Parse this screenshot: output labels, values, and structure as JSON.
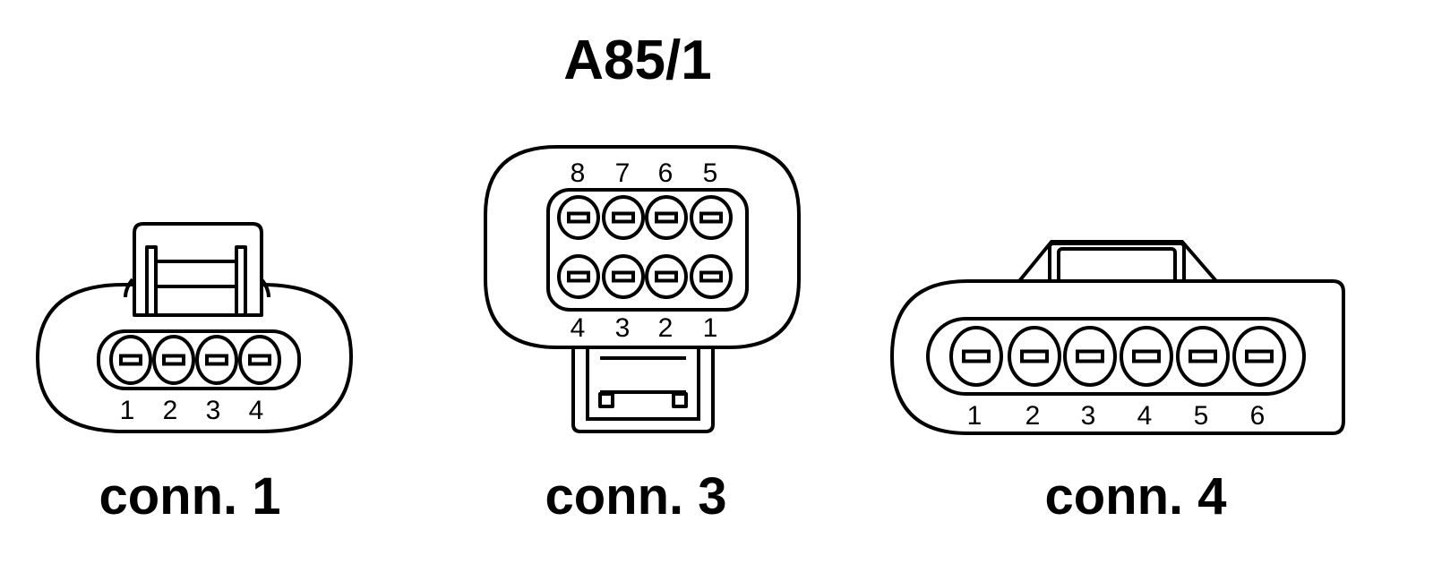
{
  "title": "A85/1",
  "connectors": [
    {
      "id": "conn1",
      "label": "conn. 1",
      "pins": [
        "1",
        "2",
        "3",
        "4"
      ]
    },
    {
      "id": "conn3",
      "label": "conn. 3",
      "top_pins": [
        "8",
        "7",
        "6",
        "5"
      ],
      "bottom_pins": [
        "4",
        "3",
        "2",
        "1"
      ]
    },
    {
      "id": "conn4",
      "label": "conn. 4",
      "pins": [
        "1",
        "2",
        "3",
        "4",
        "5",
        "6"
      ]
    }
  ],
  "colors": {
    "line": "#000000",
    "background": "#ffffff"
  }
}
